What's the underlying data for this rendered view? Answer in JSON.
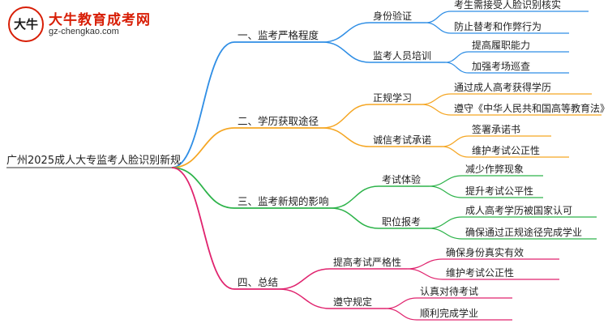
{
  "logo": {
    "badge_text": "大牛",
    "title": "大牛教育成考网",
    "url": "gz-chengkao.com",
    "brand_color": "#d81e06"
  },
  "root": "广州2025成人大专监考人脸识别新规",
  "branches": [
    {
      "label": "一、监考严格程度",
      "color": "#2f8ee5",
      "children": [
        {
          "label": "身份验证",
          "children": [
            "考生需接受人脸识别核实",
            "防止替考和作弊行为"
          ]
        },
        {
          "label": "监考人员培训",
          "children": [
            "提高履职能力",
            "加强考场巡查"
          ]
        }
      ]
    },
    {
      "label": "二、学历获取途径",
      "color": "#f5a623",
      "children": [
        {
          "label": "正规学习",
          "children": [
            "通过成人高考获得学历",
            "遵守《中华人民共和国高等教育法》"
          ]
        },
        {
          "label": "诚信考试承诺",
          "children": [
            "签署承诺书",
            "维护考试公正性"
          ]
        }
      ]
    },
    {
      "label": "三、监考新规的影响",
      "color": "#2db34a",
      "children": [
        {
          "label": "考试体验",
          "children": [
            "减少作弊现象",
            "提升考试公平性"
          ]
        },
        {
          "label": "职位报考",
          "children": [
            "成人高考学历被国家认可",
            "确保通过正规途径完成学业"
          ]
        }
      ]
    },
    {
      "label": "四、总结",
      "color": "#e0236e",
      "children": [
        {
          "label": "提高考试严格性",
          "children": [
            "确保身份真实有效",
            "维护考试公正性"
          ]
        },
        {
          "label": "遵守规定",
          "children": [
            "认真对待考试",
            "顺利完成学业"
          ]
        }
      ]
    }
  ]
}
